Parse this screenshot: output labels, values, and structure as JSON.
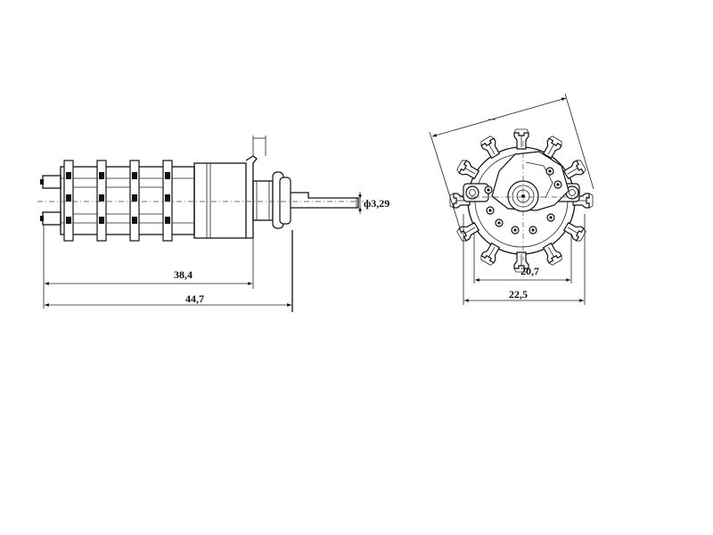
{
  "side_view": {
    "dimensions": {
      "body_length": "38,4",
      "overall_length": "44,7",
      "shaft_diameter": "ф3,29"
    }
  },
  "front_view": {
    "dimensions": {
      "inner_width": "20,7",
      "outer_width": "22,5"
    }
  }
}
